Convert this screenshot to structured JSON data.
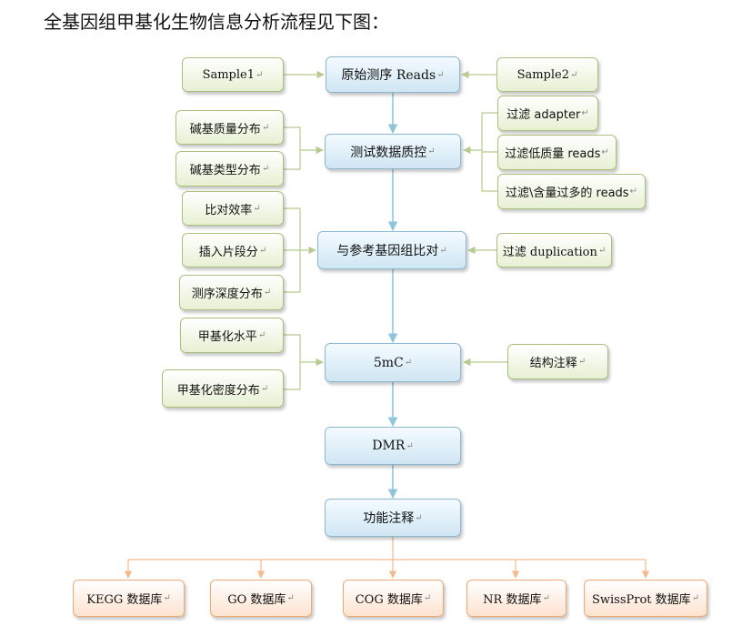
{
  "title": "全基因组甲基化生物信息分析流程见下图：",
  "main_steps": [
    "原始测序 Reads",
    "测试数据质控",
    "与参考基因组比对",
    "5mC",
    "DMR",
    "功能注释"
  ],
  "inputs": [
    "Sample1",
    "Sample2"
  ],
  "qc_stats": [
    "碱基质量分布",
    "碱基类型分布"
  ],
  "qc_filters": [
    "过滤 adapter",
    "过滤低质量 reads",
    "过滤\\含量过多的 reads"
  ],
  "align_stats": [
    "比对效率",
    "插入片段分",
    "测序深度分布"
  ],
  "align_filter": "过滤 duplication",
  "meth_stats": [
    "甲基化水平",
    "甲基化密度分布"
  ],
  "meth_annotation": "结构注释",
  "databases": [
    "KEGG 数据库",
    "GO 数据库",
    "COG 数据库",
    "NR 数据库",
    "SwissProt 数据库"
  ],
  "paragraph_mark": "↵",
  "colors": {
    "main_fill": "#cfe6f3",
    "main_border": "#8db6cf",
    "side_fill": "#e7f0d3",
    "side_border": "#a8c07c",
    "db_fill": "#fde3cf",
    "db_border": "#f0a874",
    "arrow_blue": "#8ec5dc",
    "arrow_orange": "#f5b98c",
    "line_green": "#b5cc8e"
  }
}
